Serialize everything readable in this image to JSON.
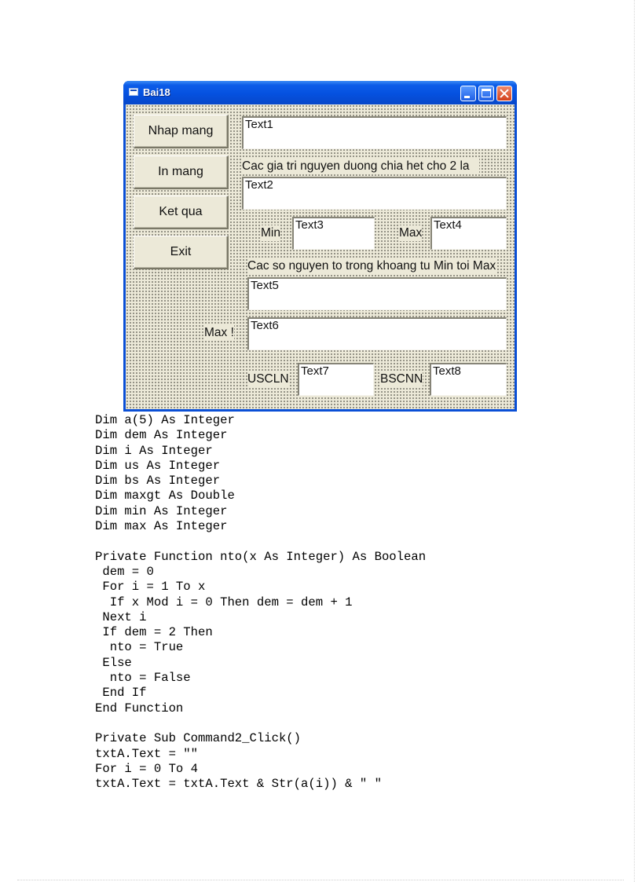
{
  "window": {
    "title": "Bai18"
  },
  "form": {
    "buttons": [
      "Nhap mang",
      "In mang",
      "Ket qua",
      "Exit"
    ],
    "textboxes": {
      "text1": "Text1",
      "text2": "Text2",
      "text3": "Text3",
      "text4": "Text4",
      "text5": "Text5",
      "text6": "Text6",
      "text7": "Text7",
      "text8": "Text8"
    },
    "labels": {
      "even_values": "Cac gia tri nguyen duong chia het cho 2 la",
      "min": "Min",
      "max": "Max",
      "primes": "Cac so nguyen to trong khoang tu Min toi Max",
      "max_factorial": "Max !",
      "gcd": "USCLN",
      "lcm": "BSCNN"
    }
  },
  "code_lines": [
    "Dim a(5) As Integer",
    "Dim dem As Integer",
    "Dim i As Integer",
    "Dim us As Integer",
    "Dim bs As Integer",
    "Dim maxgt As Double",
    "Dim min As Integer",
    "Dim max As Integer",
    "",
    "Private Function nto(x As Integer) As Boolean",
    " dem = 0",
    " For i = 1 To x",
    "  If x Mod i = 0 Then dem = dem + 1",
    " Next i",
    " If dem = 2 Then",
    "  nto = True",
    " Else",
    "  nto = False",
    " End If",
    "End Function",
    "",
    "Private Sub Command2_Click()",
    "txtA.Text = \"\"",
    "For i = 0 To 4",
    "txtA.Text = txtA.Text & Str(a(i)) & \" \""
  ]
}
